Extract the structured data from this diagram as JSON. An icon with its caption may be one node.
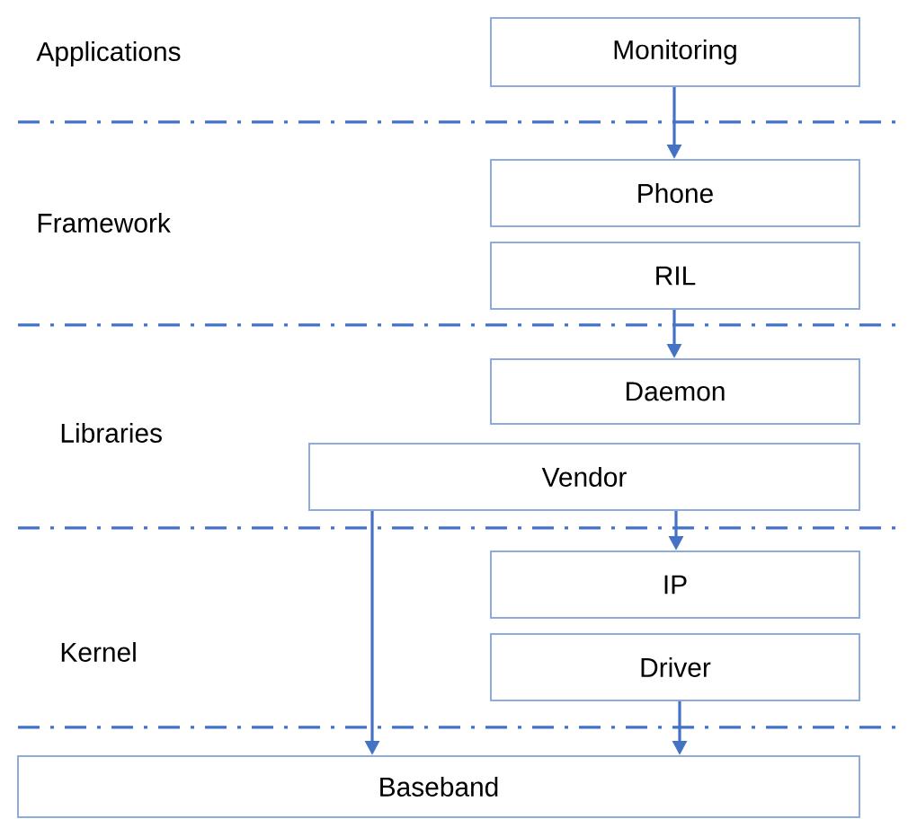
{
  "diagram": {
    "nodes": [
      {
        "text": [
          "Monitoring"
        ]
      },
      {
        "text": [
          "Phone"
        ]
      },
      {
        "text": [
          "RIL"
        ]
      },
      {
        "text": [
          "Daemon"
        ]
      },
      {
        "text": [
          "Vendor"
        ]
      },
      {
        "text": [
          "IP"
        ]
      },
      {
        "text": [
          "Driver"
        ]
      },
      {
        "text": [
          "Baseband"
        ]
      }
    ],
    "edges": [
      {
        "from": 0,
        "to": 1,
        "arrow": "to"
      },
      {
        "from": 2,
        "to": 3,
        "arrow": "to"
      },
      {
        "from": 4,
        "to": 5,
        "arrow": "to"
      },
      {
        "from": 4,
        "to": 7,
        "arrow": "to"
      },
      {
        "from": 6,
        "to": 7,
        "arrow": "to"
      }
    ],
    "labels": [
      "Applications",
      "Framework",
      "Libraries",
      "Kernel"
    ]
  }
}
